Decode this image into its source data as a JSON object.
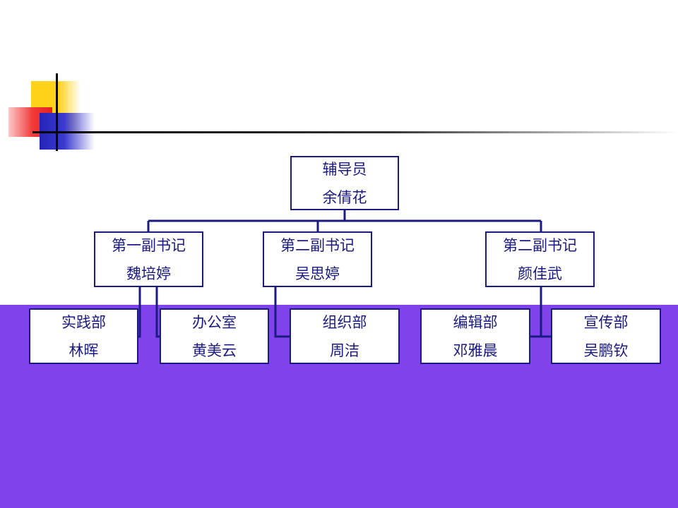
{
  "colors": {
    "background": "#ffffff",
    "band": "#8043eb",
    "node_border": "#1a1a80",
    "node_text": "#1a1a80",
    "deco_yellow": "#ffd21a",
    "deco_red": "#f23a3a",
    "deco_blue": "#2424b8"
  },
  "org": {
    "root": {
      "title": "辅导员",
      "name": "余倩花"
    },
    "level1": [
      {
        "title": "第一副书记",
        "name": "魏培婷"
      },
      {
        "title": "第二副书记",
        "name": "吴思婷"
      },
      {
        "title": "第二副书记",
        "name": "颜佳武"
      }
    ],
    "level2": [
      {
        "title": "实践部",
        "name": "林晖"
      },
      {
        "title": "办公室",
        "name": "黄美云"
      },
      {
        "title": "组织部",
        "name": "周洁"
      },
      {
        "title": "编辑部",
        "name": "邓雅晨"
      },
      {
        "title": "宣传部",
        "name": "吴鹏钦"
      }
    ]
  }
}
